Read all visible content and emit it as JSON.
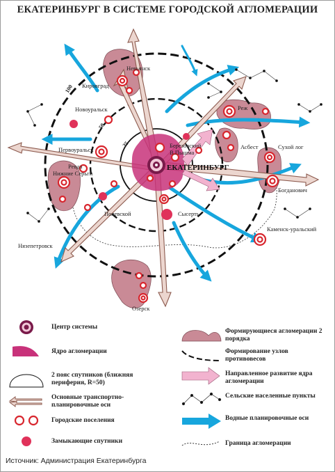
{
  "title": "ЕКАТЕРИНБУРГ В СИСТЕМЕ ГОРОДСКОЙ АГЛОМЕРАЦИИ",
  "center_label": "ЕКАТЕРИНБУРГ",
  "ring_labels": [
    "100",
    "50",
    "25"
  ],
  "places": [
    {
      "key": "nevyansk",
      "label": "Невьянск"
    },
    {
      "key": "kirovgrad",
      "label": "Кировград"
    },
    {
      "key": "novouralsk",
      "label": "Новоуральск"
    },
    {
      "key": "rezh",
      "label": "Реж"
    },
    {
      "key": "beryozovsky",
      "label": "Березовский"
    },
    {
      "key": "verkhnyaya_pyshma",
      "label": "В.Пышма"
    },
    {
      "key": "pervouralsk",
      "label": "Первоуральск"
    },
    {
      "key": "revda",
      "label": "Ревда"
    },
    {
      "key": "asbest",
      "label": "Асбест"
    },
    {
      "key": "sukhoi_log",
      "label": "Сухой лог"
    },
    {
      "key": "nizhnie_sergi",
      "label": "Нижние Серьги"
    },
    {
      "key": "bogdanovich",
      "label": "Богданович"
    },
    {
      "key": "polevskoy",
      "label": "Полевской"
    },
    {
      "key": "sysert",
      "label": "Сысерть"
    },
    {
      "key": "kamensk",
      "label": "Каменск-уральский"
    },
    {
      "key": "nyazepetrovsk",
      "label": "Нязепетровск"
    },
    {
      "key": "ozersk",
      "label": "Озерск"
    }
  ],
  "legend": {
    "left": [
      {
        "key": "center",
        "text": "Центр системы"
      },
      {
        "key": "core",
        "text": "Ядро агломерации"
      },
      {
        "key": "belt2",
        "text": "2 пояс спутников (ближняя периферия, R=50)"
      },
      {
        "key": "axes",
        "text": "Основные транспортно-планировочные оси"
      },
      {
        "key": "towns",
        "text": "Городские поселения"
      },
      {
        "key": "closing",
        "text": "Замыкающие спутники"
      }
    ],
    "right": [
      {
        "key": "forming",
        "text": "Формирующиеся агломерации 2 порядка"
      },
      {
        "key": "counterweights",
        "text": "Формирование узлов противовесов"
      },
      {
        "key": "direction",
        "text": "Направленное развитие ядра агломерации"
      },
      {
        "key": "rural",
        "text": "Сельские населенные пункты"
      },
      {
        "key": "water",
        "text": "Водные планировочные оси"
      },
      {
        "key": "border",
        "text": "Граница агломерации"
      }
    ]
  },
  "source": "Источник: Администрация Екатеринбурга",
  "colors": {
    "cluster_fill": "#c98a96",
    "core_magenta": "#c8327a",
    "axis_brown": "#8c5a4e",
    "axis_fill": "#ecd6cf",
    "water_blue": "#17a6dd",
    "ring_red": "#d8262e",
    "pink_arrow": "#f2b3cf"
  }
}
